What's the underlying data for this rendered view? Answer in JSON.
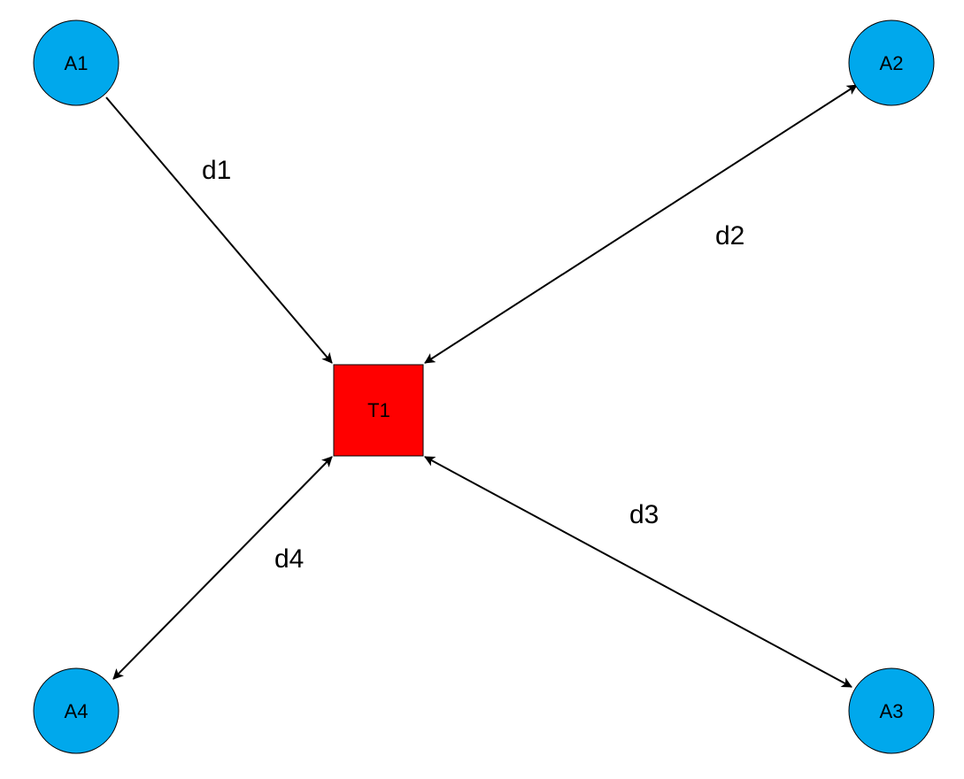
{
  "colors": {
    "anchor_fill": "#00a8ec",
    "anchor_stroke": "#000000",
    "target_fill": "#ff0000",
    "target_stroke": "#000000",
    "edge": "#000000"
  },
  "nodes": {
    "a1": {
      "label": "A1",
      "shape": "circle"
    },
    "a2": {
      "label": "A2",
      "shape": "circle"
    },
    "a3": {
      "label": "A3",
      "shape": "circle"
    },
    "a4": {
      "label": "A4",
      "shape": "circle"
    },
    "t1": {
      "label": "T1",
      "shape": "square"
    }
  },
  "edges": {
    "d1": {
      "label": "d1",
      "from": "A1",
      "to": "T1",
      "arrows": "to"
    },
    "d2": {
      "label": "d2",
      "from": "T1",
      "to": "A2",
      "arrows": "both"
    },
    "d3": {
      "label": "d3",
      "from": "T1",
      "to": "A3",
      "arrows": "both"
    },
    "d4": {
      "label": "d4",
      "from": "T1",
      "to": "A4",
      "arrows": "both"
    }
  }
}
